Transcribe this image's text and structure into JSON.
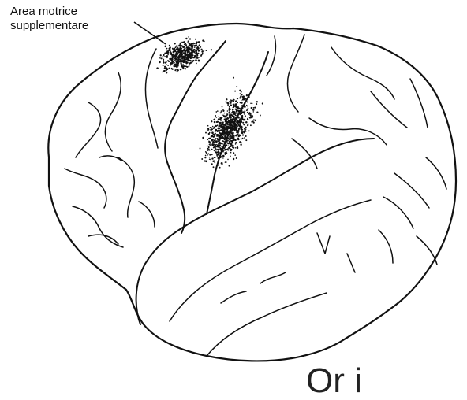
{
  "label": {
    "line1": "Area motrice",
    "line2": "supplementare"
  },
  "bottom_fragment": "Or i",
  "colors": {
    "ink": "#111111",
    "background": "#ffffff"
  }
}
